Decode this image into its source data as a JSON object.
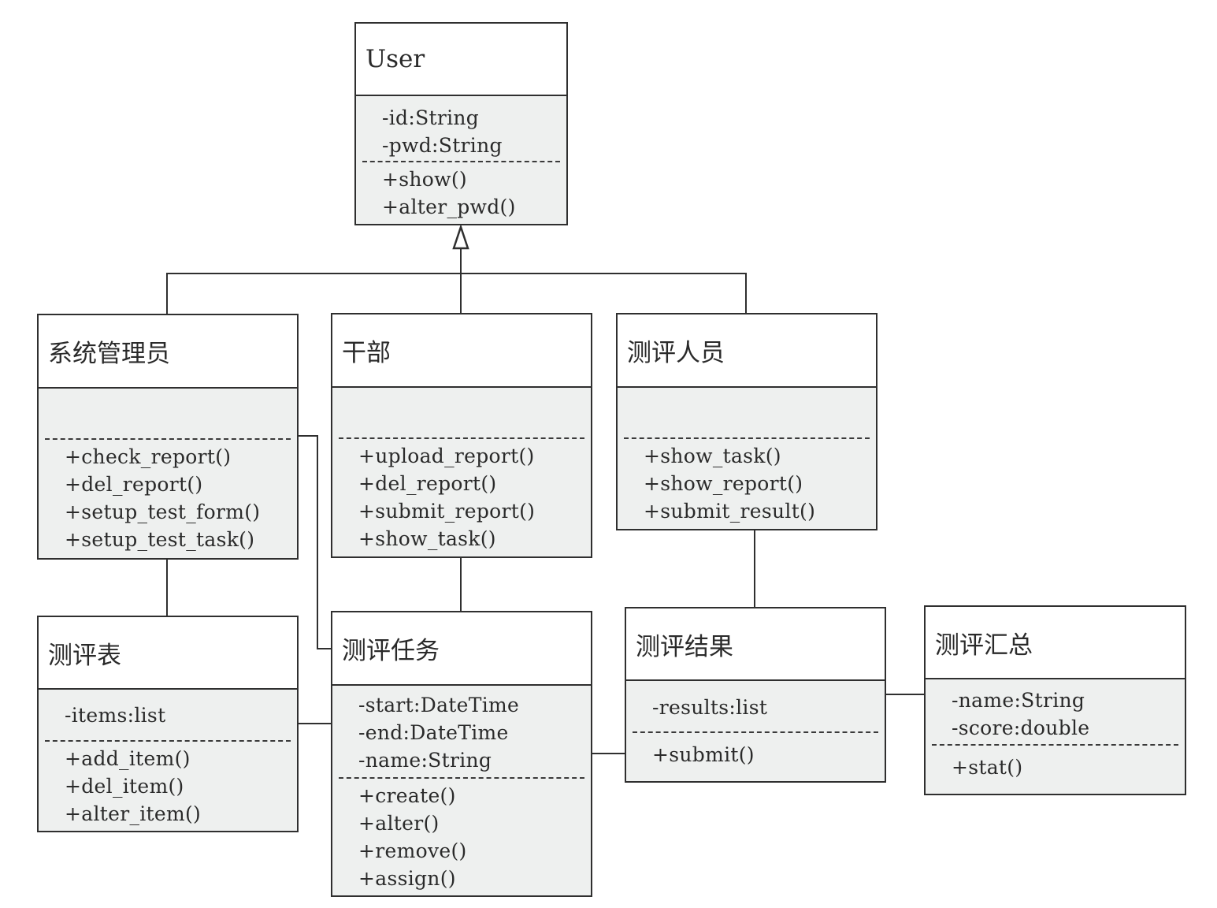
{
  "classes": [
    {
      "id": "user",
      "name": "User",
      "attributes": [
        "-id:String",
        "-pwd:String"
      ],
      "operations": [
        "+show()",
        "+alter_pwd()"
      ]
    },
    {
      "id": "admin",
      "name": "系统管理员",
      "attributes": [],
      "operations": [
        "+check_report()",
        "+del_report()",
        "+setup_test_form()",
        "+setup_test_task()"
      ]
    },
    {
      "id": "cadre",
      "name": "干部",
      "attributes": [],
      "operations": [
        "+upload_report()",
        "+del_report()",
        "+submit_report()",
        "+show_task()"
      ]
    },
    {
      "id": "evaluator",
      "name": "测评人员",
      "attributes": [],
      "operations": [
        "+show_task()",
        "+show_report()",
        "+submit_result()"
      ]
    },
    {
      "id": "form",
      "name": "测评表",
      "attributes": [
        "-items:list"
      ],
      "operations": [
        "+add_item()",
        "+del_item()",
        "+alter_item()"
      ]
    },
    {
      "id": "task",
      "name": "测评任务",
      "attributes": [
        "-start:DateTime",
        "-end:DateTime",
        "-name:String"
      ],
      "operations": [
        "+create()",
        "+alter()",
        "+remove()",
        "+assign()"
      ]
    },
    {
      "id": "result",
      "name": "测评结果",
      "attributes": [
        "-results:list"
      ],
      "operations": [
        "+submit()"
      ]
    },
    {
      "id": "summary",
      "name": "测评汇总",
      "attributes": [
        "-name:String",
        "-score:double"
      ],
      "operations": [
        "+stat()"
      ]
    }
  ],
  "generalizations": [
    {
      "child": "admin",
      "parent": "user"
    },
    {
      "child": "cadre",
      "parent": "user"
    },
    {
      "child": "evaluator",
      "parent": "user"
    }
  ],
  "associations": [
    {
      "from": "admin",
      "to": "form"
    },
    {
      "from": "admin",
      "to": "task"
    },
    {
      "from": "cadre",
      "to": "task"
    },
    {
      "from": "form",
      "to": "task"
    },
    {
      "from": "evaluator",
      "to": "result"
    },
    {
      "from": "task",
      "to": "result"
    },
    {
      "from": "result",
      "to": "summary"
    }
  ]
}
